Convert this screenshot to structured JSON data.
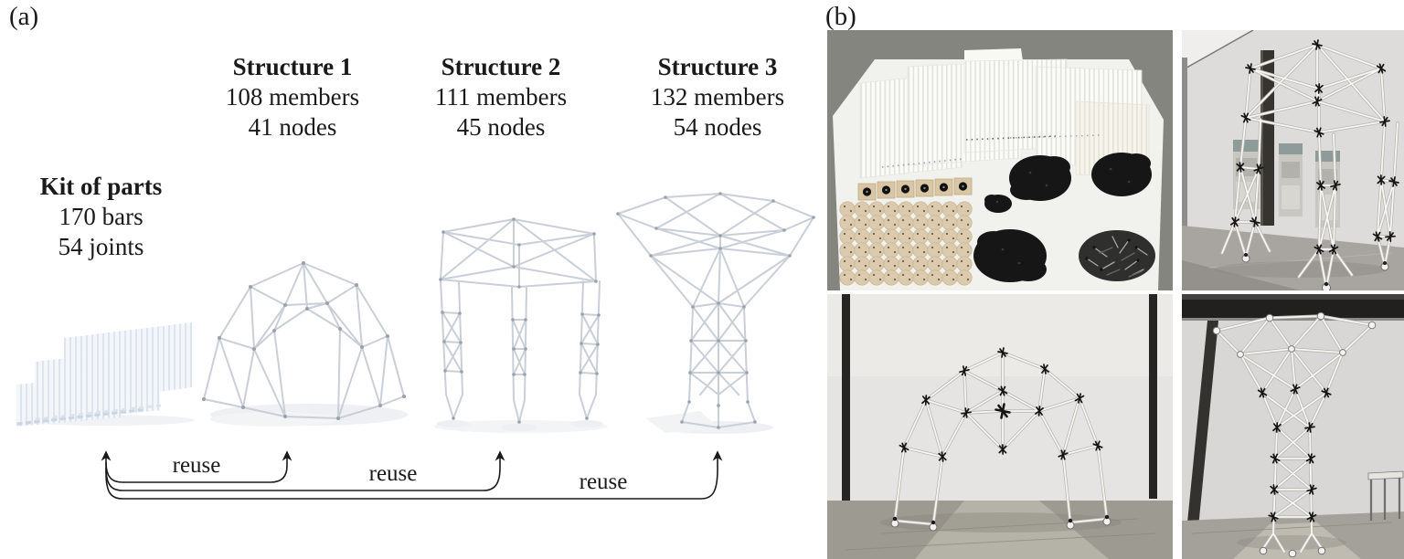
{
  "panel_a": {
    "label": "(a)",
    "kit": {
      "title": "Kit of parts",
      "bars": "170 bars",
      "joints": "54 joints"
    },
    "structures": [
      {
        "title": "Structure 1",
        "members": "108 members",
        "nodes": "41 nodes"
      },
      {
        "title": "Structure 2",
        "members": "111 members",
        "nodes": "45 nodes"
      },
      {
        "title": "Structure 3",
        "members": "132 members",
        "nodes": "54 nodes"
      }
    ],
    "reuse_arrows": {
      "labels": [
        "reuse",
        "reuse",
        "reuse"
      ]
    }
  },
  "panel_b": {
    "label": "(b)",
    "photos": [
      {
        "name": "kit-of-parts-photo"
      },
      {
        "name": "structure-2-built-photo"
      },
      {
        "name": "structure-1-built-photo"
      },
      {
        "name": "structure-3-built-photo"
      }
    ]
  },
  "colors": {
    "ink": "#1a1a1a",
    "render_stroke": "#c9cfd7",
    "photo_floor": "#9d9a92",
    "wood": "#dccaae"
  }
}
